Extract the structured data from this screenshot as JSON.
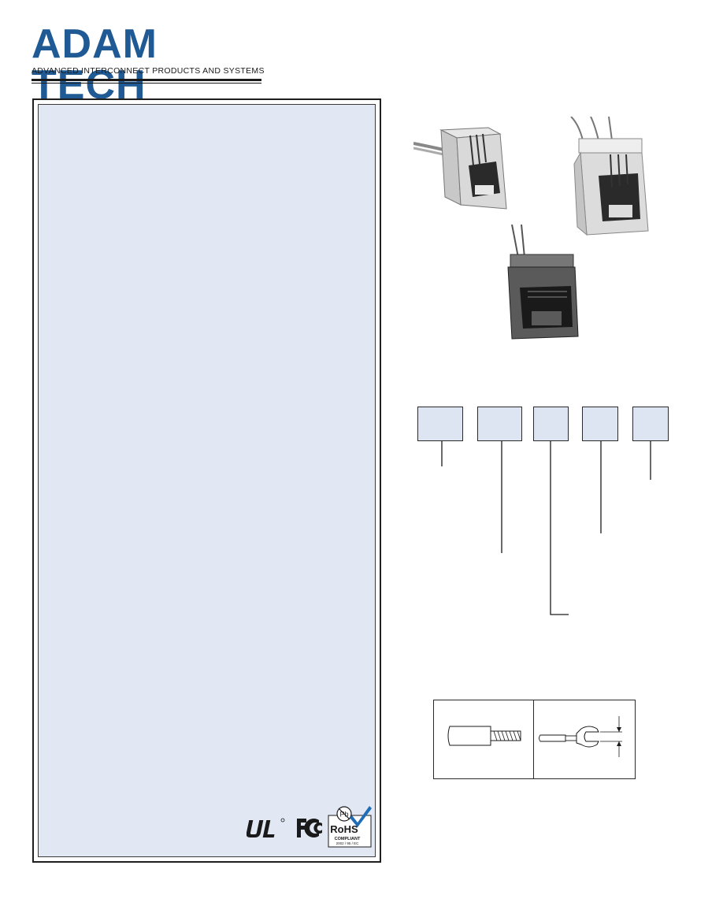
{
  "header": {
    "logo_text": "ADAM TECH",
    "tagline": "ADVANCED INTERCONNECT PRODUCTS AND SYSTEMS"
  },
  "certifications": {
    "ul_mark": "UL",
    "fcc_mark": "FC",
    "rohs_symbol": "Pb",
    "rohs_label": "RoHS",
    "rohs_compliant": "COMPLIANT",
    "rohs_directive": "2002 / 95 / EC"
  },
  "colors": {
    "brand_blue": "#1f5a94",
    "panel_fill": "#e1e8f4",
    "part_box_fill": "#dde5f2"
  },
  "icons": [
    "ul-recognized-icon",
    "fcc-icon",
    "rohs-compliant-icon",
    "checkmark-icon"
  ]
}
